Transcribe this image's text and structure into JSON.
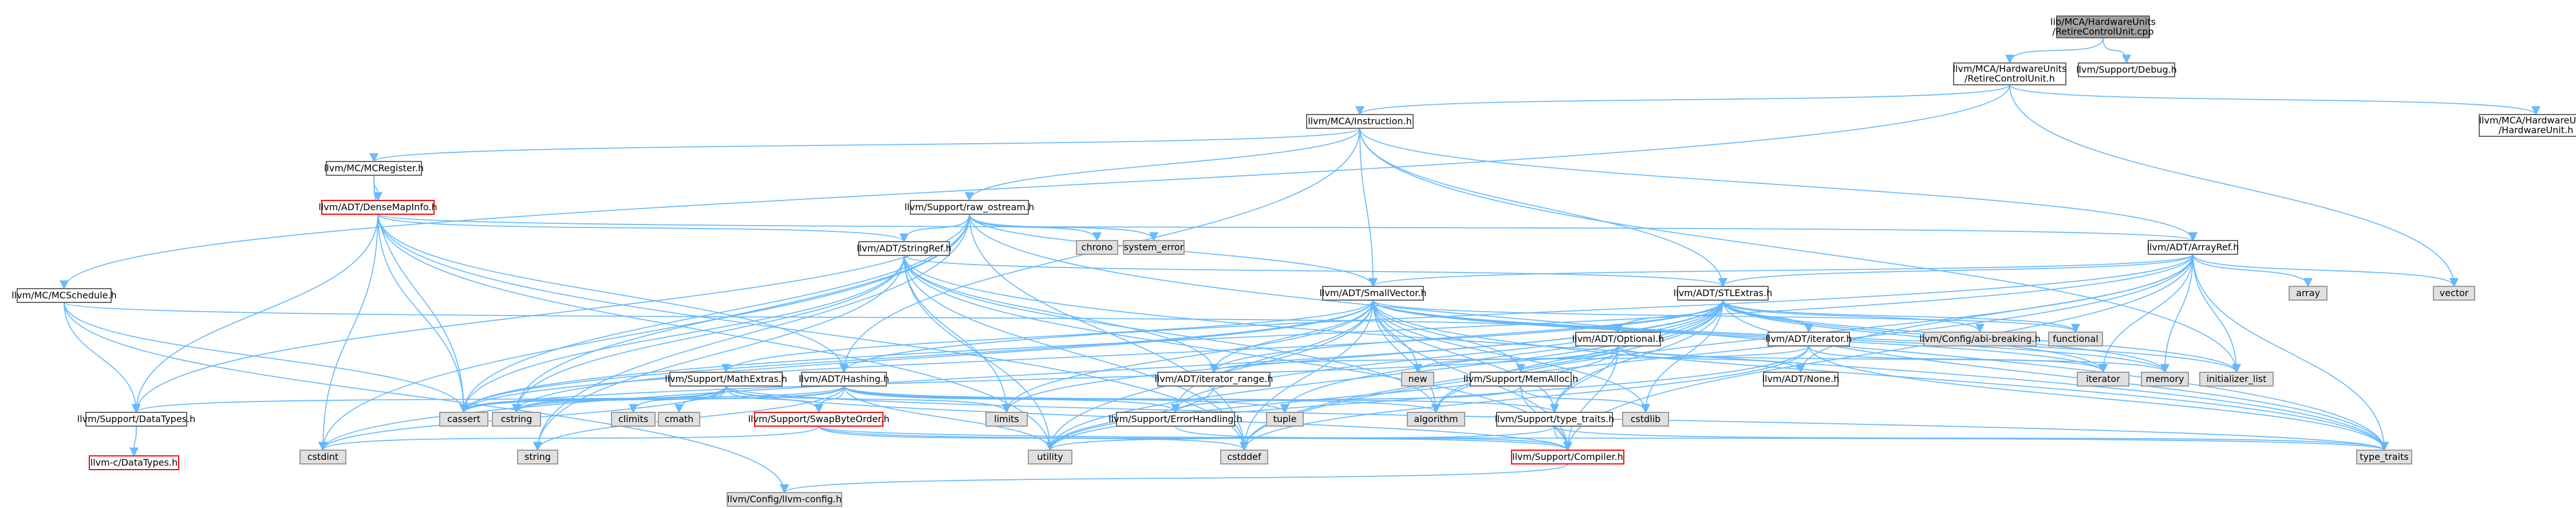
{
  "colors": {
    "edge": "#63b8ff",
    "root_fill": "#a0a0a0",
    "root_stroke": "#666666",
    "doc_fill": "#ffffff",
    "doc_stroke": "#666666",
    "undoc_stroke": "#ff0000",
    "system_fill": "#e0e0e0",
    "system_stroke": "#999999"
  },
  "nodes": [
    {
      "id": "root",
      "lines": [
        "lib/MCA/HardwareUnits",
        "/RetireControlUnit.cpp"
      ],
      "kind": "root"
    },
    {
      "id": "rcu_h",
      "lines": [
        "llvm/MCA/HardwareUnits",
        "/RetireControlUnit.h"
      ],
      "kind": "doc"
    },
    {
      "id": "debug",
      "lines": [
        "llvm/Support/Debug.h"
      ],
      "kind": "doc"
    },
    {
      "id": "hwunit",
      "lines": [
        "llvm/MCA/HardwareUnits",
        "/HardwareUnit.h"
      ],
      "kind": "doc"
    },
    {
      "id": "instruction",
      "lines": [
        "llvm/MCA/Instruction.h"
      ],
      "kind": "doc"
    },
    {
      "id": "mcschedule",
      "lines": [
        "llvm/MC/MCSchedule.h"
      ],
      "kind": "doc"
    },
    {
      "id": "mcregister",
      "lines": [
        "llvm/MC/MCRegister.h"
      ],
      "kind": "doc"
    },
    {
      "id": "densemapinfo",
      "lines": [
        "llvm/ADT/DenseMapInfo.h"
      ],
      "kind": "undoc"
    },
    {
      "id": "raw_ostream",
      "lines": [
        "llvm/Support/raw_ostream.h"
      ],
      "kind": "doc"
    },
    {
      "id": "chrono",
      "lines": [
        "chrono"
      ],
      "kind": "system"
    },
    {
      "id": "system_error",
      "lines": [
        "system_error"
      ],
      "kind": "system"
    },
    {
      "id": "stringref",
      "lines": [
        "llvm/ADT/StringRef.h"
      ],
      "kind": "doc"
    },
    {
      "id": "arrayref",
      "lines": [
        "llvm/ADT/ArrayRef.h"
      ],
      "kind": "doc"
    },
    {
      "id": "stlextras",
      "lines": [
        "llvm/ADT/STLExtras.h"
      ],
      "kind": "doc"
    },
    {
      "id": "smallvector",
      "lines": [
        "llvm/ADT/SmallVector.h"
      ],
      "kind": "doc"
    },
    {
      "id": "optional",
      "lines": [
        "llvm/ADT/Optional.h"
      ],
      "kind": "doc"
    },
    {
      "id": "iterator_h",
      "lines": [
        "llvm/ADT/iterator.h"
      ],
      "kind": "doc"
    },
    {
      "id": "abi_breaking",
      "lines": [
        "llvm/Config/abi-breaking.h"
      ],
      "kind": "system"
    },
    {
      "id": "functional",
      "lines": [
        "functional"
      ],
      "kind": "system"
    },
    {
      "id": "array",
      "lines": [
        "array"
      ],
      "kind": "system"
    },
    {
      "id": "vector",
      "lines": [
        "vector"
      ],
      "kind": "system"
    },
    {
      "id": "mathextras",
      "lines": [
        "llvm/Support/MathExtras.h"
      ],
      "kind": "doc"
    },
    {
      "id": "hashing",
      "lines": [
        "llvm/ADT/Hashing.h"
      ],
      "kind": "doc"
    },
    {
      "id": "memalloc",
      "lines": [
        "llvm/Support/MemAlloc.h"
      ],
      "kind": "doc"
    },
    {
      "id": "none_h",
      "lines": [
        "llvm/ADT/None.h"
      ],
      "kind": "doc"
    },
    {
      "id": "new_h",
      "lines": [
        "new"
      ],
      "kind": "system"
    },
    {
      "id": "iterator_range",
      "lines": [
        "llvm/ADT/iterator_range.h"
      ],
      "kind": "doc"
    },
    {
      "id": "iterator_sys",
      "lines": [
        "iterator"
      ],
      "kind": "system"
    },
    {
      "id": "memory",
      "lines": [
        "memory"
      ],
      "kind": "system"
    },
    {
      "id": "initializer_list",
      "lines": [
        "initializer_list"
      ],
      "kind": "system"
    },
    {
      "id": "datatypes",
      "lines": [
        "llvm/Support/DataTypes.h"
      ],
      "kind": "doc"
    },
    {
      "id": "c_datatypes",
      "lines": [
        "llvm-c/DataTypes.h"
      ],
      "kind": "undoc"
    },
    {
      "id": "cassert",
      "lines": [
        "cassert"
      ],
      "kind": "system"
    },
    {
      "id": "cstring",
      "lines": [
        "cstring"
      ],
      "kind": "system"
    },
    {
      "id": "climits",
      "lines": [
        "climits"
      ],
      "kind": "system"
    },
    {
      "id": "cmath",
      "lines": [
        "cmath"
      ],
      "kind": "system"
    },
    {
      "id": "limits",
      "lines": [
        "limits"
      ],
      "kind": "system"
    },
    {
      "id": "swapbyteorder",
      "lines": [
        "llvm/Support/SwapByteOrder.h"
      ],
      "kind": "undoc"
    },
    {
      "id": "errorhandling",
      "lines": [
        "llvm/Support/ErrorHandling.h"
      ],
      "kind": "doc"
    },
    {
      "id": "tuple",
      "lines": [
        "tuple"
      ],
      "kind": "system"
    },
    {
      "id": "algorithm",
      "lines": [
        "algorithm"
      ],
      "kind": "system"
    },
    {
      "id": "type_traits_h",
      "lines": [
        "llvm/Support/type_traits.h"
      ],
      "kind": "doc"
    },
    {
      "id": "cstdlib",
      "lines": [
        "cstdlib"
      ],
      "kind": "system"
    },
    {
      "id": "cstdint",
      "lines": [
        "cstdint"
      ],
      "kind": "system"
    },
    {
      "id": "string",
      "lines": [
        "string"
      ],
      "kind": "system"
    },
    {
      "id": "utility",
      "lines": [
        "utility"
      ],
      "kind": "system"
    },
    {
      "id": "cstddef",
      "lines": [
        "cstddef"
      ],
      "kind": "system"
    },
    {
      "id": "compiler",
      "lines": [
        "llvm/Support/Compiler.h"
      ],
      "kind": "undoc"
    },
    {
      "id": "type_traits_sys",
      "lines": [
        "type_traits"
      ],
      "kind": "system"
    },
    {
      "id": "llvm_config",
      "lines": [
        "llvm/Config/llvm-config.h"
      ],
      "kind": "system"
    }
  ],
  "edges": [
    [
      "root",
      "rcu_h"
    ],
    [
      "root",
      "debug"
    ],
    [
      "rcu_h",
      "hwunit"
    ],
    [
      "rcu_h",
      "instruction"
    ],
    [
      "rcu_h",
      "mcschedule"
    ],
    [
      "rcu_h",
      "vector"
    ],
    [
      "instruction",
      "mcregister"
    ],
    [
      "instruction",
      "raw_ostream"
    ],
    [
      "instruction",
      "arrayref"
    ],
    [
      "instruction",
      "stlextras"
    ],
    [
      "instruction",
      "smallvector"
    ],
    [
      "instruction",
      "hashing"
    ],
    [
      "instruction",
      "initializer_list"
    ],
    [
      "mcschedule",
      "optional"
    ],
    [
      "mcschedule",
      "datatypes"
    ],
    [
      "mcschedule",
      "cassert"
    ],
    [
      "mcschedule",
      "llvm_config"
    ],
    [
      "mcregister",
      "densemapinfo"
    ],
    [
      "mcregister",
      "cassert"
    ],
    [
      "densemapinfo",
      "hashing"
    ],
    [
      "densemapinfo",
      "stringref"
    ],
    [
      "densemapinfo",
      "arrayref"
    ],
    [
      "densemapinfo",
      "cassert"
    ],
    [
      "densemapinfo",
      "cstddef"
    ],
    [
      "densemapinfo",
      "cstdint"
    ],
    [
      "densemapinfo",
      "utility"
    ],
    [
      "densemapinfo",
      "datatypes"
    ],
    [
      "raw_ostream",
      "stringref"
    ],
    [
      "raw_ostream",
      "smallvector"
    ],
    [
      "raw_ostream",
      "chrono"
    ],
    [
      "raw_ostream",
      "system_error"
    ],
    [
      "raw_ostream",
      "cassert"
    ],
    [
      "raw_ostream",
      "cstddef"
    ],
    [
      "raw_ostream",
      "cstdint"
    ],
    [
      "raw_ostream",
      "cstring"
    ],
    [
      "raw_ostream",
      "string"
    ],
    [
      "raw_ostream",
      "type_traits_sys"
    ],
    [
      "raw_ostream",
      "datatypes"
    ],
    [
      "stringref",
      "stlextras"
    ],
    [
      "stringref",
      "iterator_range"
    ],
    [
      "stringref",
      "compiler"
    ],
    [
      "stringref",
      "algorithm"
    ],
    [
      "stringref",
      "cassert"
    ],
    [
      "stringref",
      "cstddef"
    ],
    [
      "stringref",
      "cstring"
    ],
    [
      "stringref",
      "limits"
    ],
    [
      "stringref",
      "string"
    ],
    [
      "stringref",
      "type_traits_sys"
    ],
    [
      "stringref",
      "utility"
    ],
    [
      "arrayref",
      "hashing"
    ],
    [
      "arrayref",
      "none_h"
    ],
    [
      "arrayref",
      "smallvector"
    ],
    [
      "arrayref",
      "stlextras"
    ],
    [
      "arrayref",
      "compiler"
    ],
    [
      "arrayref",
      "algorithm"
    ],
    [
      "arrayref",
      "array"
    ],
    [
      "arrayref",
      "cassert"
    ],
    [
      "arrayref",
      "cstddef"
    ],
    [
      "arrayref",
      "initializer_list"
    ],
    [
      "arrayref",
      "iterator_sys"
    ],
    [
      "arrayref",
      "memory"
    ],
    [
      "arrayref",
      "type_traits_sys"
    ],
    [
      "arrayref",
      "vector"
    ],
    [
      "stlextras",
      "optional"
    ],
    [
      "stlextras",
      "abi_breaking"
    ],
    [
      "stlextras",
      "iterator_h"
    ],
    [
      "stlextras",
      "iterator_range"
    ],
    [
      "stlextras",
      "type_traits_h"
    ],
    [
      "stlextras",
      "errorhandling"
    ],
    [
      "stlextras",
      "algorithm"
    ],
    [
      "stlextras",
      "cassert"
    ],
    [
      "stlextras",
      "cstddef"
    ],
    [
      "stlextras",
      "cstdint"
    ],
    [
      "stlextras",
      "cstdlib"
    ],
    [
      "stlextras",
      "functional"
    ],
    [
      "stlextras",
      "initializer_list"
    ],
    [
      "stlextras",
      "iterator_sys"
    ],
    [
      "stlextras",
      "limits"
    ],
    [
      "stlextras",
      "memory"
    ],
    [
      "stlextras",
      "tuple"
    ],
    [
      "stlextras",
      "type_traits_sys"
    ],
    [
      "stlextras",
      "utility"
    ],
    [
      "smallvector",
      "compiler"
    ],
    [
      "smallvector",
      "type_traits_h"
    ],
    [
      "smallvector",
      "memalloc"
    ],
    [
      "smallvector",
      "iterator_range"
    ],
    [
      "smallvector",
      "errorhandling"
    ],
    [
      "smallvector",
      "algorithm"
    ],
    [
      "smallvector",
      "cassert"
    ],
    [
      "smallvector",
      "cstddef"
    ],
    [
      "smallvector",
      "cstdlib"
    ],
    [
      "smallvector",
      "cstring"
    ],
    [
      "smallvector",
      "functional"
    ],
    [
      "smallvector",
      "initializer_list"
    ],
    [
      "smallvector",
      "iterator_sys"
    ],
    [
      "smallvector",
      "limits"
    ],
    [
      "smallvector",
      "memory"
    ],
    [
      "smallvector",
      "new_h"
    ],
    [
      "smallvector",
      "type_traits_sys"
    ],
    [
      "smallvector",
      "utility"
    ],
    [
      "smallvector",
      "mathextras"
    ],
    [
      "optional",
      "none_h"
    ],
    [
      "optional",
      "compiler"
    ],
    [
      "optional",
      "type_traits_h"
    ],
    [
      "optional",
      "cassert"
    ],
    [
      "optional",
      "memory"
    ],
    [
      "optional",
      "new_h"
    ],
    [
      "optional",
      "utility"
    ],
    [
      "iterator_h",
      "iterator_range"
    ],
    [
      "iterator_h",
      "cstddef"
    ],
    [
      "iterator_h",
      "iterator_sys"
    ],
    [
      "iterator_h",
      "type_traits_sys"
    ],
    [
      "iterator_h",
      "utility"
    ],
    [
      "mathextras",
      "compiler"
    ],
    [
      "mathextras",
      "cassert"
    ],
    [
      "mathextras",
      "climits"
    ],
    [
      "mathextras",
      "cmath"
    ],
    [
      "mathextras",
      "cstdint"
    ],
    [
      "mathextras",
      "cstring"
    ],
    [
      "mathextras",
      "limits"
    ],
    [
      "mathextras",
      "type_traits_sys"
    ],
    [
      "mathextras",
      "swapbyteorder"
    ],
    [
      "hashing",
      "errorhandling"
    ],
    [
      "hashing",
      "swapbyteorder"
    ],
    [
      "hashing",
      "type_traits_h"
    ],
    [
      "hashing",
      "algorithm"
    ],
    [
      "hashing",
      "cassert"
    ],
    [
      "hashing",
      "cstring"
    ],
    [
      "hashing",
      "string"
    ],
    [
      "hashing",
      "tuple"
    ],
    [
      "hashing",
      "utility"
    ],
    [
      "hashing",
      "datatypes"
    ],
    [
      "memalloc",
      "compiler"
    ],
    [
      "memalloc",
      "errorhandling"
    ],
    [
      "memalloc",
      "cstdlib"
    ],
    [
      "swapbyteorder",
      "compiler"
    ],
    [
      "swapbyteorder",
      "cstddef"
    ],
    [
      "swapbyteorder",
      "cstdint"
    ],
    [
      "swapbyteorder",
      "type_traits_sys"
    ],
    [
      "errorhandling",
      "compiler"
    ],
    [
      "type_traits_h",
      "compiler"
    ],
    [
      "type_traits_h",
      "type_traits_sys"
    ],
    [
      "type_traits_h",
      "utility"
    ],
    [
      "iterator_range",
      "utility"
    ],
    [
      "compiler",
      "llvm_config"
    ],
    [
      "datatypes",
      "c_datatypes"
    ]
  ]
}
